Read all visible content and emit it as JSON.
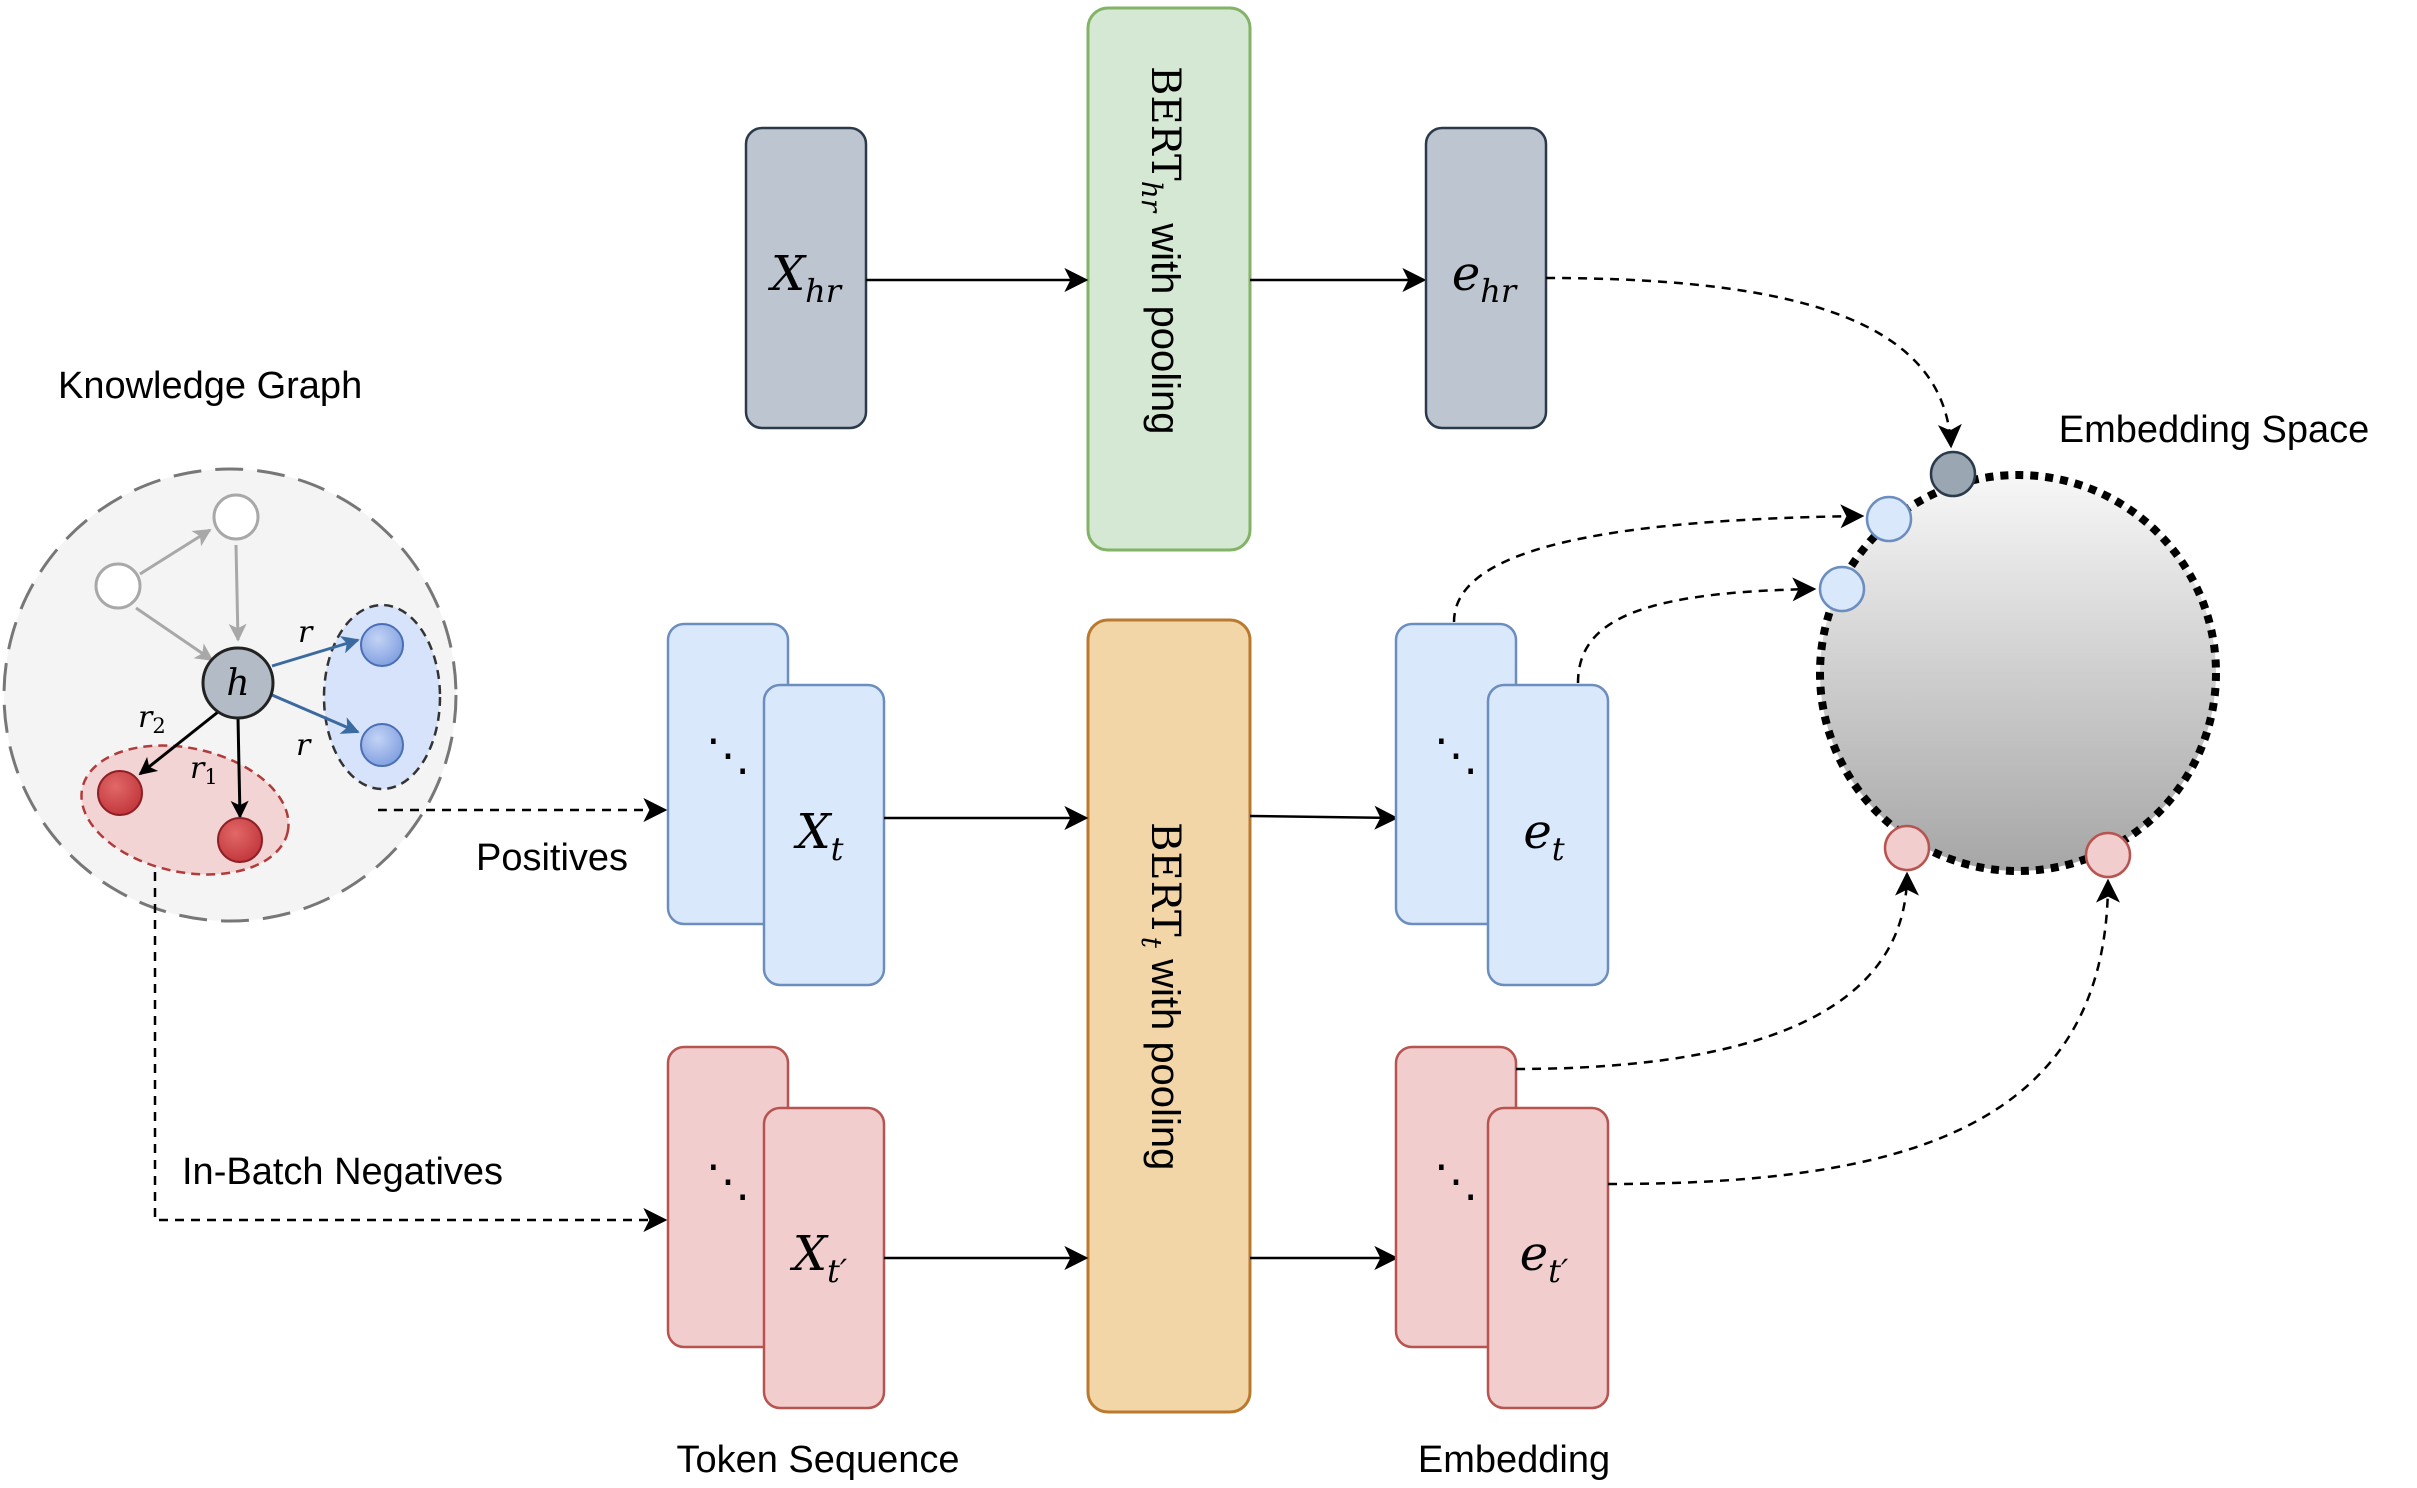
{
  "labels": {
    "knowledge_graph": "Knowledge Graph",
    "positives": "Positives",
    "in_batch_negatives": "In-Batch Negatives",
    "token_sequence": "Token Sequence",
    "embedding": "Embedding",
    "embedding_space": "Embedding Space"
  },
  "graph": {
    "head_node": "h",
    "relation_r": "r",
    "relation_r1": "r",
    "relation_r1_sub": "1",
    "relation_r2": "r",
    "relation_r2_sub": "2"
  },
  "encoders": {
    "bert_hr": {
      "name": "BERT",
      "sub": "hr",
      "suffix": " with pooling"
    },
    "bert_t": {
      "name": "BERT",
      "sub": "t",
      "suffix": " with pooling"
    }
  },
  "inputs": {
    "x_hr": {
      "base": "X",
      "sub": "hr"
    },
    "x_t": {
      "base": "X",
      "sub": "t"
    },
    "x_tp": {
      "base": "X",
      "sub": "t′"
    }
  },
  "outputs": {
    "e_hr": {
      "base": "e",
      "sub": "hr"
    },
    "e_t": {
      "base": "e",
      "sub": "t"
    },
    "e_tp": {
      "base": "e",
      "sub": "t′"
    }
  },
  "ellipsis": "⋱",
  "colors": {
    "gray_block": "#bdc6d0",
    "blue_block": "#dae8fc",
    "red_block": "#f1cdcd",
    "green_encoder": "#d5e8d4",
    "orange_encoder": "#f2d6a7"
  }
}
